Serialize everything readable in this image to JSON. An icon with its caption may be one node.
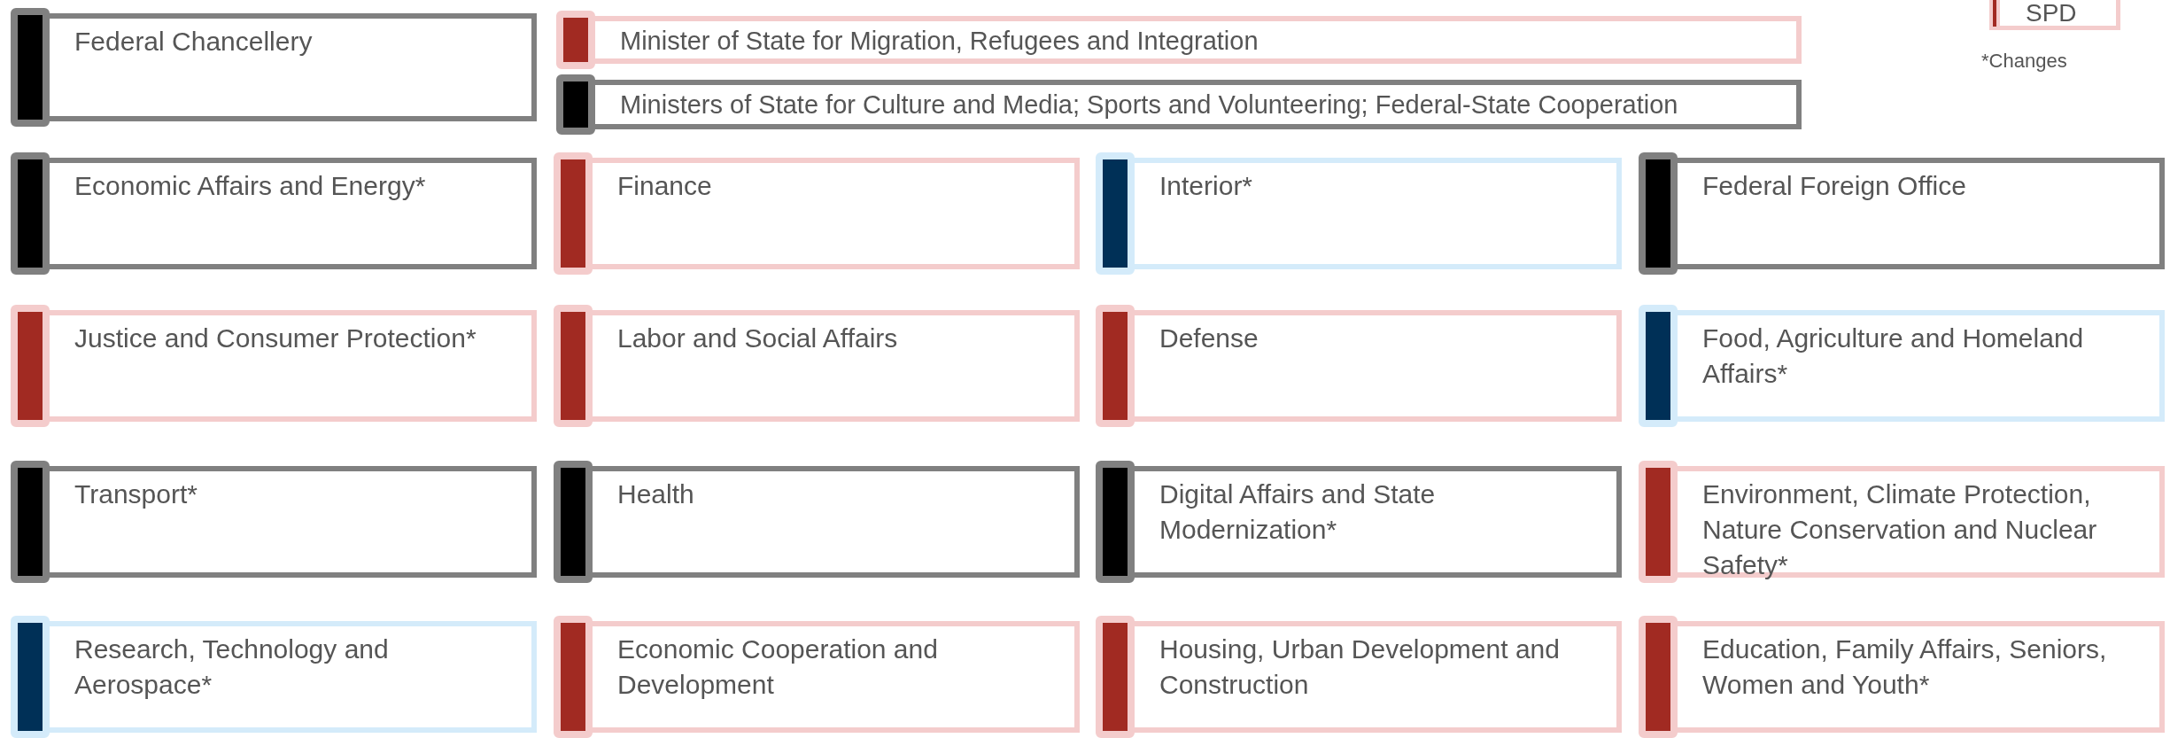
{
  "diagram": {
    "nodes": [
      {
        "text": [
          "Federal Chancellery"
        ]
      },
      {
        "text": [
          "Minister of State for Migration, Refugees and Integration"
        ]
      },
      {
        "text": [
          "Ministers of State for Culture and Media; Sports and Volunteering; Federal-State Cooperation"
        ]
      },
      {
        "text": [
          "Economic Affairs and Energy*"
        ]
      },
      {
        "text": [
          "Finance"
        ]
      },
      {
        "text": [
          "Interior*"
        ]
      },
      {
        "text": [
          "Federal Foreign Office"
        ]
      },
      {
        "text": [
          "Justice and Consumer Protection*"
        ]
      },
      {
        "text": [
          "Labor and Social Affairs"
        ]
      },
      {
        "text": [
          "Defense"
        ]
      },
      {
        "text": [
          "Food, Agriculture and Homeland Affairs*"
        ]
      },
      {
        "text": [
          "Transport*"
        ]
      },
      {
        "text": [
          "Health"
        ]
      },
      {
        "text": [
          "Digital Affairs and State Modernization*"
        ]
      },
      {
        "text": [
          "Environment, Climate Protection, Nature Conservation and Nuclear Safety*"
        ]
      },
      {
        "text": [
          "Research, Technology and Aerospace*"
        ]
      },
      {
        "text": [
          "Economic Cooperation and Development"
        ]
      },
      {
        "text": [
          "Housing, Urban Development and Construction"
        ]
      },
      {
        "text": [
          "Education, Family Affairs, Seniors, Women and Youth*"
        ]
      }
    ],
    "labels": [
      "*Changes"
    ],
    "legend": [
      {
        "text": "SPD",
        "color": "#a12a22"
      }
    ]
  }
}
